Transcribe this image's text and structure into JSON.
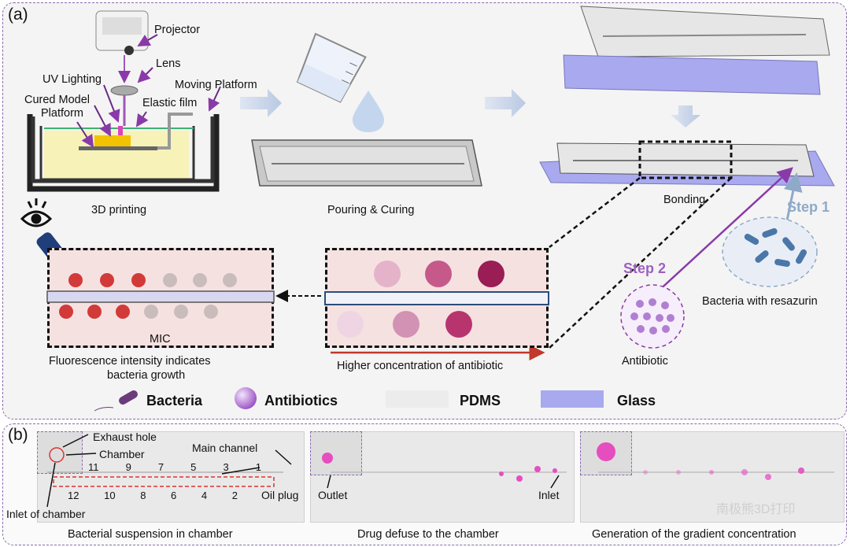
{
  "panel_a": {
    "label": "(a)",
    "printer": {
      "projector": "Projector",
      "lens": "Lens",
      "uv_lighting": "UV Lighting",
      "moving_platform": "Moving Platform",
      "cured_model": "Cured Model",
      "elastic_film": "Elastic film",
      "platform": "Platform",
      "caption": "3D printing"
    },
    "pouring_caption": "Pouring & Curing",
    "bonding_caption": "Bonding",
    "step1": "Step 1",
    "step2": "Step 2",
    "bacteria_caption": "Bacteria with resazurin",
    "antibiotic_caption": "Antibiotic",
    "gradient_caption": "Higher concentration of antibiotic",
    "mic_label": "MIC",
    "fluorescence_caption_1": "Fluorescence intensity indicates",
    "fluorescence_caption_2": "bacteria growth",
    "legend": {
      "bacteria": "Bacteria",
      "antibiotics": "Antibiotics",
      "pdms": "PDMS",
      "glass": "Glass"
    },
    "colors": {
      "purple_step": "#a05fc0",
      "step1_blue": "#8fa9c8",
      "glass": "#a9a9ef",
      "inset_bg": "#f6e1e1",
      "red_dot": "#d23a3a",
      "dark_magenta": "#9a1d55"
    }
  },
  "panel_b": {
    "label": "(b)",
    "photo1": {
      "exhaust_hole": "Exhaust hole",
      "chamber": "Chamber",
      "main_channel": "Main channel",
      "top_numbers": [
        "11",
        "9",
        "7",
        "5",
        "3",
        "1"
      ],
      "bottom_numbers": [
        "12",
        "10",
        "8",
        "6",
        "4",
        "2"
      ],
      "oil_plug": "Oil plug",
      "inlet_of_chamber": "Inlet of chamber",
      "caption": "Bacterial suspension in chamber"
    },
    "photo2": {
      "outlet": "Outlet",
      "inlet": "Inlet",
      "caption": "Drug defuse to the chamber"
    },
    "photo3": {
      "caption": "Generation of the gradient concentration",
      "watermark": "南极熊3D打印"
    }
  }
}
